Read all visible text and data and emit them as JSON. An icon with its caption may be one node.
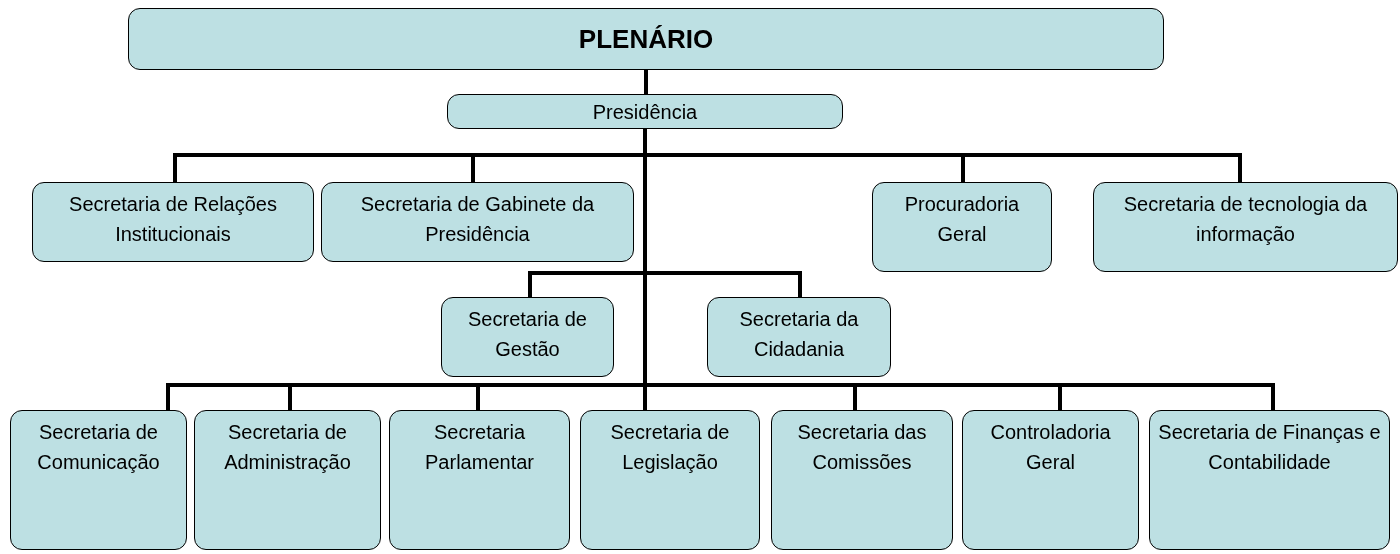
{
  "diagram": {
    "nodes": [
      {
        "text": [
          "PLENÁRIO"
        ]
      },
      {
        "text": [
          "Presidência"
        ]
      },
      {
        "text": [
          "Secretaria de Relações Institucionais"
        ]
      },
      {
        "text": [
          "Secretaria de Gabinete da Presidência"
        ]
      },
      {
        "text": [
          "Procuradoria Geral"
        ]
      },
      {
        "text": [
          "Secretaria de tecnologia da informação"
        ]
      },
      {
        "text": [
          "Secretaria de Gestão"
        ]
      },
      {
        "text": [
          "Secretaria da Cidadania"
        ]
      },
      {
        "text": [
          "Secretaria de Comunicação"
        ]
      },
      {
        "text": [
          "Secretaria de Administração"
        ]
      },
      {
        "text": [
          "Secretaria Parlamentar"
        ]
      },
      {
        "text": [
          "Secretaria de Legislação"
        ]
      },
      {
        "text": [
          "Secretaria das Comissões"
        ]
      },
      {
        "text": [
          "Controladoria Geral"
        ]
      },
      {
        "text": [
          "Secretaria de Finanças e Contabilidade"
        ]
      }
    ],
    "edges": [
      {
        "from": 0,
        "to": 1,
        "arrow": "none"
      },
      {
        "from": 1,
        "to": 2,
        "arrow": "none"
      },
      {
        "from": 1,
        "to": 3,
        "arrow": "none"
      },
      {
        "from": 1,
        "to": 4,
        "arrow": "none"
      },
      {
        "from": 1,
        "to": 5,
        "arrow": "none"
      },
      {
        "from": 1,
        "to": 6,
        "arrow": "none"
      },
      {
        "from": 1,
        "to": 7,
        "arrow": "none"
      },
      {
        "from": 1,
        "to": 8,
        "arrow": "none"
      },
      {
        "from": 1,
        "to": 9,
        "arrow": "none"
      },
      {
        "from": 1,
        "to": 10,
        "arrow": "none"
      },
      {
        "from": 1,
        "to": 11,
        "arrow": "none"
      },
      {
        "from": 1,
        "to": 12,
        "arrow": "none"
      },
      {
        "from": 1,
        "to": 13,
        "arrow": "none"
      },
      {
        "from": 1,
        "to": 14,
        "arrow": "none"
      }
    ]
  }
}
